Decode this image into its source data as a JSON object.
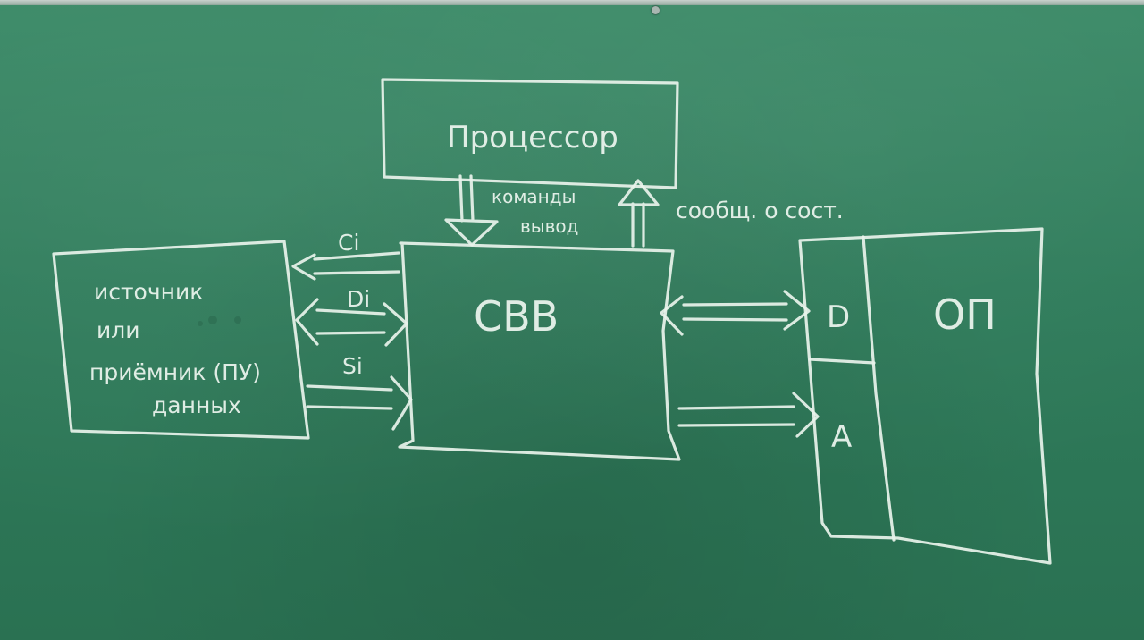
{
  "diagram": {
    "processor_label": "Процессор",
    "commands_label": "команды",
    "io_label": "вывод",
    "status_label": "сообщ. о сост.",
    "cvv_label": "СВВ",
    "source_line1": "источник",
    "source_line2": "или",
    "source_line3": "приёмник (ПУ)",
    "source_line4": "данных",
    "signal_c": "Ci",
    "signal_d": "Di",
    "signal_s": "Si",
    "memory_label": "ОП",
    "memory_data_label": "D",
    "memory_addr_label": "A"
  },
  "style": {
    "chalk_color": "#e9f3ec",
    "board_color": "#2f7a5a"
  }
}
